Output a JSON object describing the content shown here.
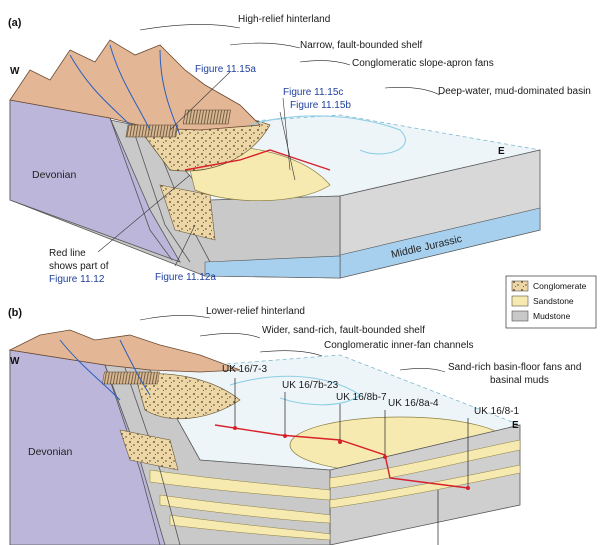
{
  "panel_a": {
    "label": "(a)",
    "west": "W",
    "east": "E",
    "annotations": {
      "hinterland": "High-relief hinterland",
      "shelf": "Narrow, fault-bounded shelf",
      "slope": "Conglomeratic slope-apron fans",
      "basin": "Deep-water, mud-dominated basin"
    },
    "figure_refs": {
      "fig_15a": "Figure 11.15a",
      "fig_15c": "Figure 11.15c",
      "fig_15b": "Figure 11.15b",
      "fig_12a": "Figure 11.12a"
    },
    "red_line_note": {
      "line1": "Red line",
      "line2": "shows part of",
      "line3": "Figure 11.12"
    },
    "units": {
      "devonian": "Devonian",
      "middle_jurassic": "Middle Jurassic"
    }
  },
  "legend": {
    "items": [
      {
        "label": "Conglomerate",
        "color": "#e8d3a8"
      },
      {
        "label": "Sandstone",
        "color": "#f6eab0"
      },
      {
        "label": "Mudstone",
        "color": "#c8c8c8"
      }
    ]
  },
  "panel_b": {
    "label": "(b)",
    "west": "W",
    "east": "E",
    "annotations": {
      "hinterland": "Lower-relief hinterland",
      "shelf": "Wider, sand-rich, fault-bounded shelf",
      "inner_fan": "Conglomeratic inner-fan channels",
      "basin_line1": "Sand-rich basin-floor fans and",
      "basin_line2": "basinal muds"
    },
    "wells": [
      {
        "label": "UK 16/7-3"
      },
      {
        "label": "UK 16/7b-23"
      },
      {
        "label": "UK 16/8b-7"
      },
      {
        "label": "UK 16/8a-4"
      },
      {
        "label": "UK 16/8-1"
      }
    ],
    "units": {
      "devonian": "Devonian"
    }
  },
  "colors": {
    "hinterland": "#e3b796",
    "devonian": "#b9b4d8",
    "mudstone": "#c8c8c8",
    "sandstone": "#f6eab0",
    "conglomerate": "#e8d3a8",
    "jurassic": "#9ec9ec",
    "water": "#8ecfe6",
    "river": "#2a5fc0",
    "red_line": "#d8202a",
    "ref_text": "#1f3f9e"
  }
}
